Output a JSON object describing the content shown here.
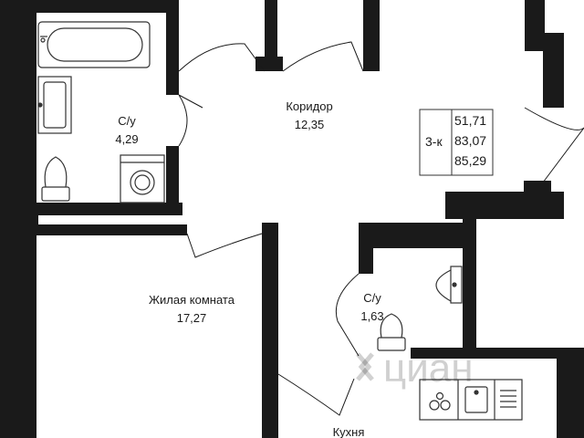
{
  "rooms": {
    "bathroom_main": {
      "label": "С/у",
      "area": "4,29"
    },
    "corridor": {
      "label": "Коридор",
      "area": "12,35"
    },
    "living_room": {
      "label": "Жилая комната",
      "area": "17,27"
    },
    "bathroom_small": {
      "label": "С/у",
      "area": "1,63"
    },
    "kitchen": {
      "label": "Кухня"
    }
  },
  "summary": {
    "rooms_count": "3-к",
    "living_area": "51,71",
    "total_area": "83,07",
    "total_area_with_balcony": "85,29"
  },
  "watermark": {
    "text": "циан"
  },
  "colors": {
    "wall": "#1a1a1a",
    "fixture": "#3a3a3a",
    "background": "#ffffff"
  }
}
